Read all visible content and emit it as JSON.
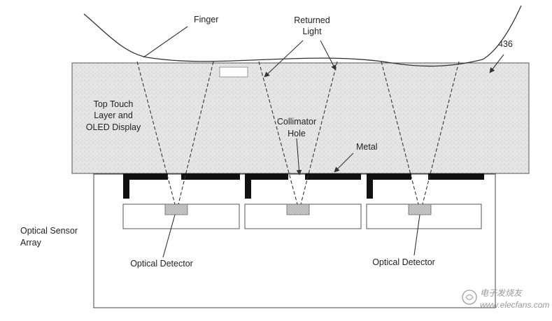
{
  "labels": {
    "finger": "Finger",
    "returned_light_1": "Returned",
    "returned_light_2": "Light",
    "ref_number": "436",
    "top_layer_1": "Top Touch",
    "top_layer_2": "Layer and",
    "top_layer_3": "OLED Display",
    "collimator_1": "Collimator",
    "collimator_2": "Hole",
    "metal": "Metal",
    "sensor_array_1": "Optical Sensor",
    "sensor_array_2": "Array",
    "detector_left": "Optical Detector",
    "detector_right": "Optical Detector"
  },
  "watermark": {
    "cn": "电子发烧友",
    "url": "www.elecfans.com"
  },
  "colors": {
    "layer_fill": "#e4e4e4",
    "metal": "#111111",
    "detector_fill": "#bdbdbd",
    "line": "#333333"
  }
}
